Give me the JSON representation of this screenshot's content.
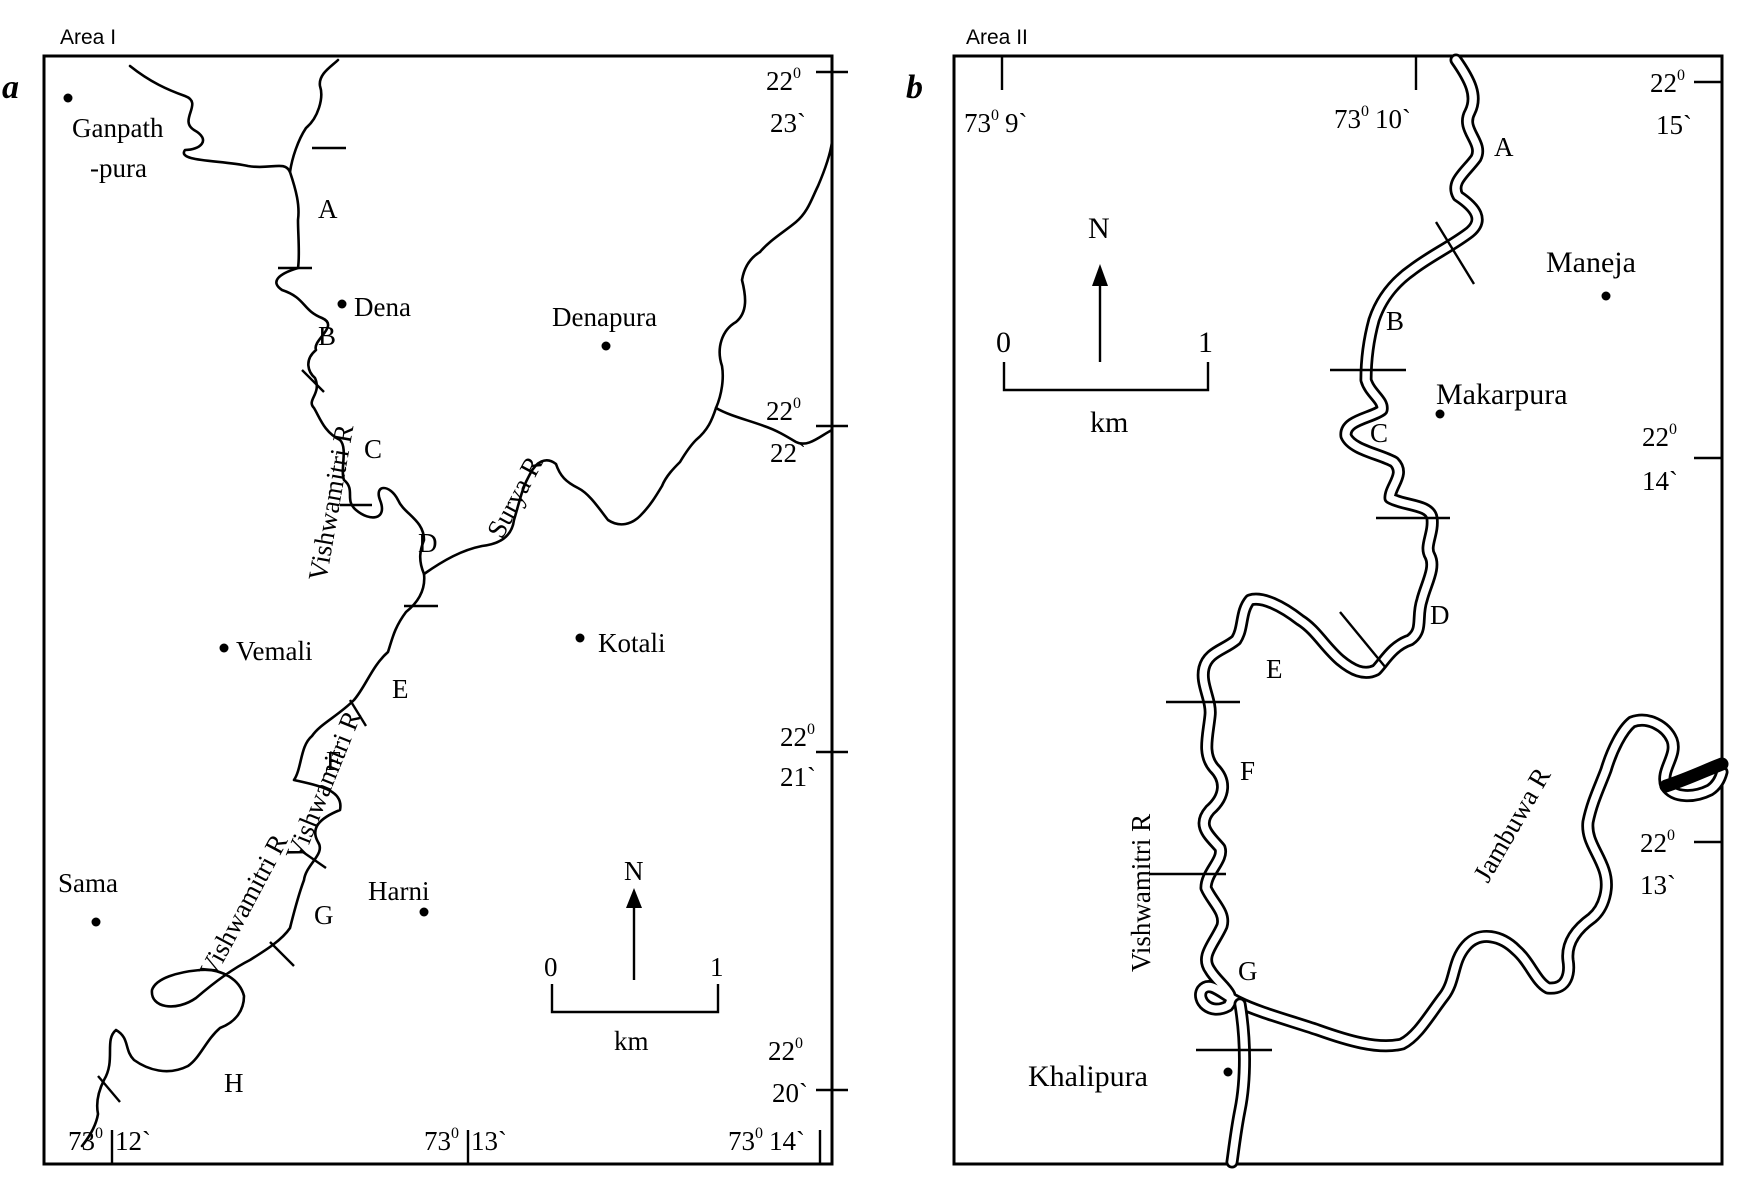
{
  "panel_a": {
    "letter": "a",
    "area_label": "Area I",
    "places": [
      "Ganpath",
      "-pura",
      "Dena",
      "Denapura",
      "Vemali",
      "Kotali",
      "Sama",
      "Harni"
    ],
    "rivers": [
      "Vishwamitri R",
      "Surya R",
      "Vishwamitri R",
      "Vishwamitri R"
    ],
    "segments": [
      "A",
      "B",
      "C",
      "D",
      "E",
      "F",
      "G",
      "H"
    ],
    "lat_deg": [
      "22",
      "22",
      "22",
      "22"
    ],
    "lat_min": [
      "23`",
      "22`",
      "21`",
      "20`"
    ],
    "lon_deg": [
      "73",
      "73",
      "73"
    ],
    "lon_min": [
      "12`",
      "13`",
      "14`"
    ],
    "degree_mark": "0",
    "north": "N",
    "scale": {
      "start": "0",
      "end": "1",
      "unit": "km"
    }
  },
  "panel_b": {
    "letter": "b",
    "area_label": "Area II",
    "places": [
      "Maneja",
      "Makarpura",
      "Khalipura"
    ],
    "rivers": [
      "Vishwamitri R",
      "Jambuwa R"
    ],
    "segments": [
      "A",
      "B",
      "C",
      "D",
      "E",
      "F",
      "G"
    ],
    "lat_deg": [
      "22",
      "22",
      "22"
    ],
    "lat_min": [
      "15`",
      "14`",
      "13`"
    ],
    "lon_deg": [
      "73",
      "73"
    ],
    "lon_min": [
      "9`",
      "10`"
    ],
    "degree_mark": "0",
    "north": "N",
    "scale": {
      "start": "0",
      "end": "1",
      "unit": "km"
    }
  },
  "colors": {
    "ink": "#000000",
    "paper": "#ffffff"
  }
}
